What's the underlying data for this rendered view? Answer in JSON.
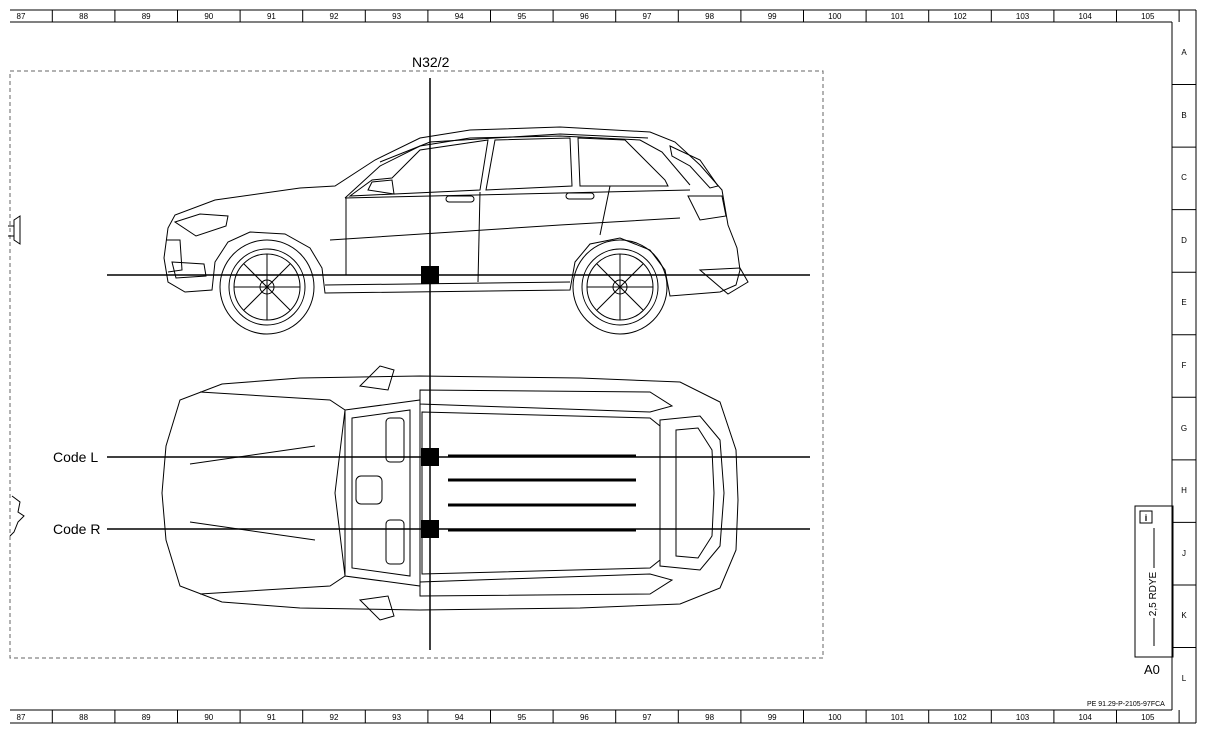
{
  "grid": {
    "columns": [
      "87",
      "88",
      "89",
      "90",
      "91",
      "92",
      "93",
      "94",
      "95",
      "96",
      "97",
      "98",
      "99",
      "100",
      "101",
      "102",
      "103",
      "104",
      "105"
    ],
    "rows": [
      "A",
      "B",
      "C",
      "D",
      "E",
      "F",
      "G",
      "H",
      "J",
      "K",
      "L"
    ]
  },
  "labels": {
    "component": "N32/2",
    "code_left": "Code L",
    "code_right": "Code R"
  },
  "info_box": {
    "icon": "info-icon",
    "wire": "2,5 RDYE",
    "ground": "A0"
  },
  "sheet_id": "PE 91.29-P-2105-97FCA",
  "colors": {
    "line": "#000000",
    "background": "#ffffff",
    "dashed_frame": "#666666"
  }
}
